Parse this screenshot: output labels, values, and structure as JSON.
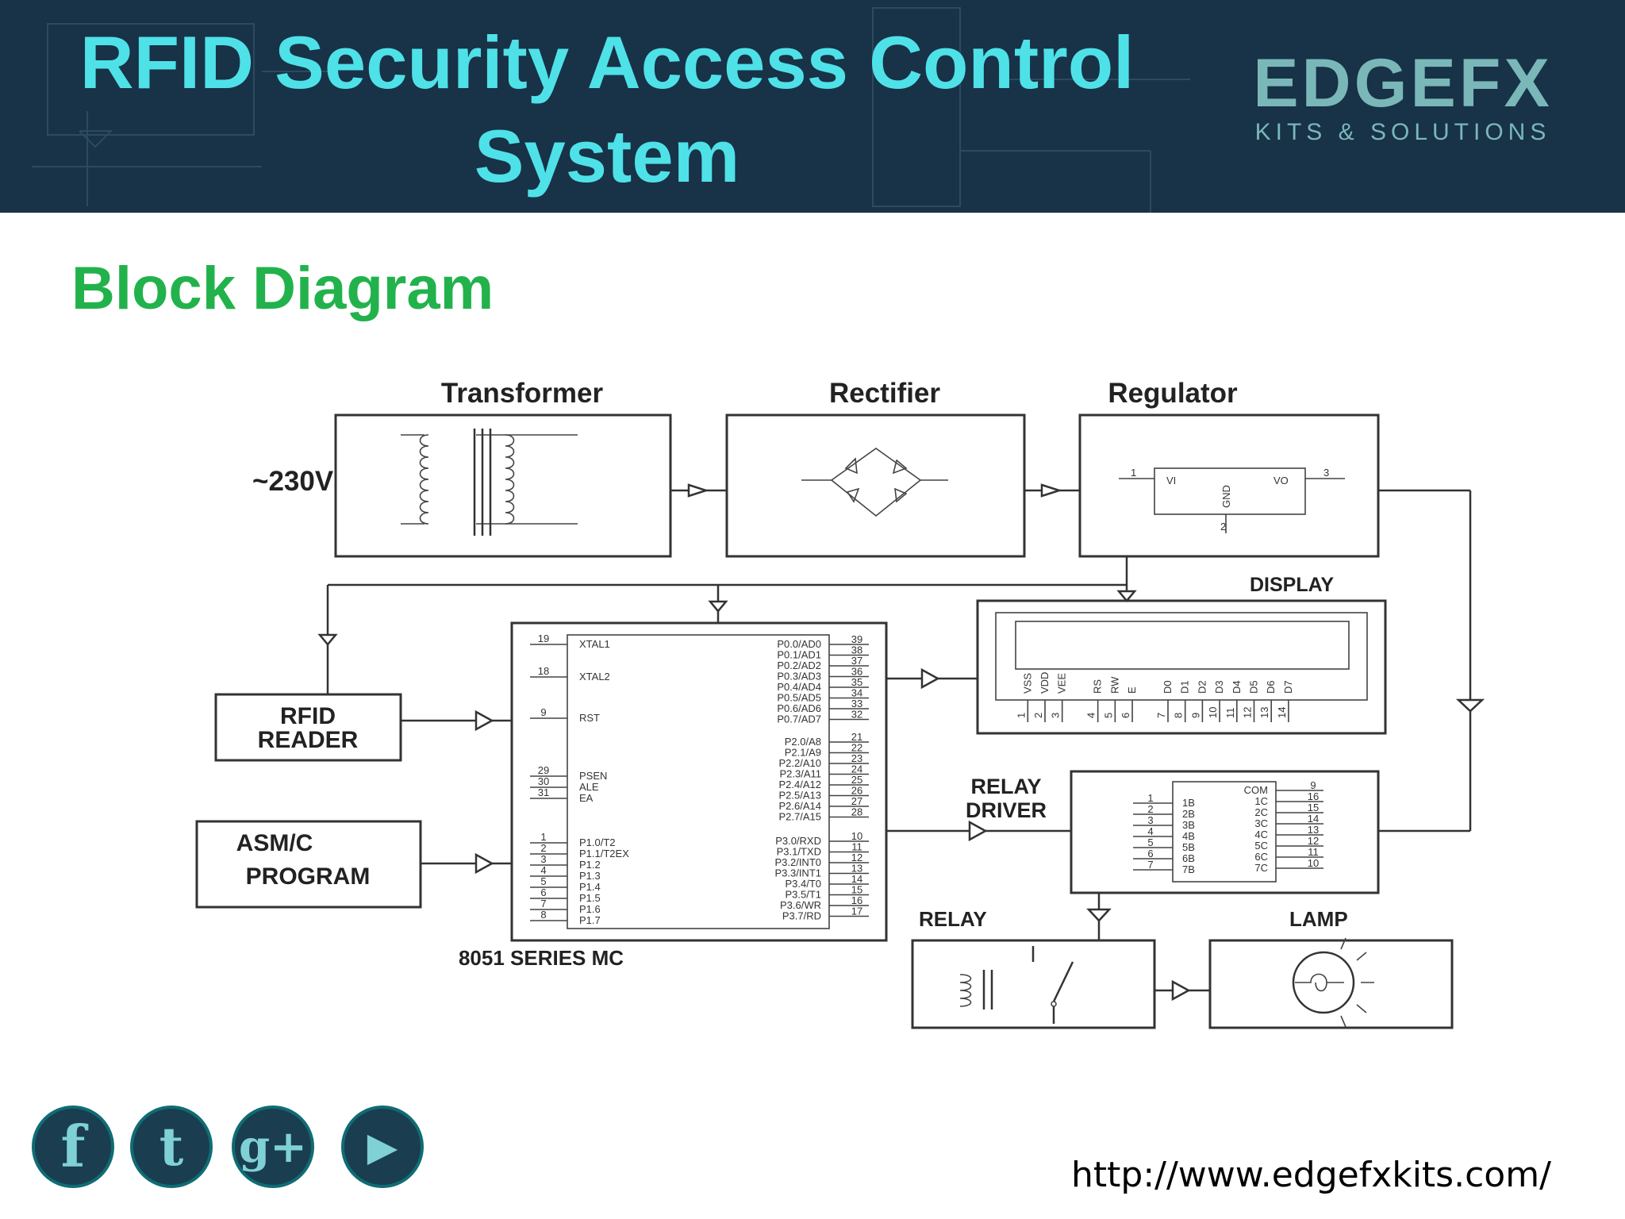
{
  "title": "RFID Security Access Control System",
  "logo": {
    "word": "EDGEFX",
    "tagline": "KITS & SOLUTIONS"
  },
  "section_title": "Block Diagram",
  "diagram": {
    "transformer": "Transformer",
    "rectifier": "Rectifier",
    "regulator": "Regulator",
    "input_voltage": "~230V",
    "reg_vi": "VI",
    "reg_vo": "VO",
    "reg_gnd": "GND",
    "reg_pin1": "1",
    "reg_pin2": "2",
    "reg_pin3": "3",
    "display": "DISPLAY",
    "rfid_reader_line1": "RFID",
    "rfid_reader_line2": "READER",
    "asm_line1": "ASM/C",
    "asm_line2": "PROGRAM",
    "mc_label": "8051 SERIES MC",
    "relay_driver_line1": "RELAY",
    "relay_driver_line2": "DRIVER",
    "relay": "RELAY",
    "lamp": "LAMP",
    "mc_left_pins": [
      {
        "num": "19",
        "name": "XTAL1"
      },
      {
        "num": "18",
        "name": "XTAL2"
      },
      {
        "num": "9",
        "name": "RST"
      },
      {
        "num": "29",
        "name": "PSEN"
      },
      {
        "num": "30",
        "name": "ALE"
      },
      {
        "num": "31",
        "name": "EA"
      },
      {
        "num": "1",
        "name": "P1.0/T2"
      },
      {
        "num": "2",
        "name": "P1.1/T2EX"
      },
      {
        "num": "3",
        "name": "P1.2"
      },
      {
        "num": "4",
        "name": "P1.3"
      },
      {
        "num": "5",
        "name": "P1.4"
      },
      {
        "num": "6",
        "name": "P1.5"
      },
      {
        "num": "7",
        "name": "P1.6"
      },
      {
        "num": "8",
        "name": "P1.7"
      }
    ],
    "mc_right_pins": [
      {
        "num": "39",
        "name": "P0.0/AD0"
      },
      {
        "num": "38",
        "name": "P0.1/AD1"
      },
      {
        "num": "37",
        "name": "P0.2/AD2"
      },
      {
        "num": "36",
        "name": "P0.3/AD3"
      },
      {
        "num": "35",
        "name": "P0.4/AD4"
      },
      {
        "num": "34",
        "name": "P0.5/AD5"
      },
      {
        "num": "33",
        "name": "P0.6/AD6"
      },
      {
        "num": "32",
        "name": "P0.7/AD7"
      },
      {
        "num": "21",
        "name": "P2.0/A8"
      },
      {
        "num": "22",
        "name": "P2.1/A9"
      },
      {
        "num": "23",
        "name": "P2.2/A10"
      },
      {
        "num": "24",
        "name": "P2.3/A11"
      },
      {
        "num": "25",
        "name": "P2.4/A12"
      },
      {
        "num": "26",
        "name": "P2.5/A13"
      },
      {
        "num": "27",
        "name": "P2.6/A14"
      },
      {
        "num": "28",
        "name": "P2.7/A15"
      },
      {
        "num": "10",
        "name": "P3.0/RXD"
      },
      {
        "num": "11",
        "name": "P3.1/TXD"
      },
      {
        "num": "12",
        "name": "P3.2/INT0"
      },
      {
        "num": "13",
        "name": "P3.3/INT1"
      },
      {
        "num": "14",
        "name": "P3.4/T0"
      },
      {
        "num": "15",
        "name": "P3.5/T1"
      },
      {
        "num": "16",
        "name": "P3.6/WR"
      },
      {
        "num": "17",
        "name": "P3.7/RD"
      }
    ],
    "lcd_pins": [
      {
        "name": "VSS",
        "num": "1"
      },
      {
        "name": "VDD",
        "num": "2"
      },
      {
        "name": "VEE",
        "num": "3"
      },
      {
        "name": "RS",
        "num": "4"
      },
      {
        "name": "RW",
        "num": "5"
      },
      {
        "name": "E",
        "num": "6"
      },
      {
        "name": "D0",
        "num": "7"
      },
      {
        "name": "D1",
        "num": "8"
      },
      {
        "name": "D2",
        "num": "9"
      },
      {
        "name": "D3",
        "num": "10"
      },
      {
        "name": "D4",
        "num": "11"
      },
      {
        "name": "D5",
        "num": "12"
      },
      {
        "name": "D6",
        "num": "13"
      },
      {
        "name": "D7",
        "num": "14"
      }
    ],
    "uln_left": [
      {
        "num": "1",
        "name": "1B"
      },
      {
        "num": "2",
        "name": "2B"
      },
      {
        "num": "3",
        "name": "3B"
      },
      {
        "num": "4",
        "name": "4B"
      },
      {
        "num": "5",
        "name": "5B"
      },
      {
        "num": "6",
        "name": "6B"
      },
      {
        "num": "7",
        "name": "7B"
      }
    ],
    "uln_right": [
      {
        "num": "9",
        "name": "COM"
      },
      {
        "num": "16",
        "name": "1C"
      },
      {
        "num": "15",
        "name": "2C"
      },
      {
        "num": "14",
        "name": "3C"
      },
      {
        "num": "13",
        "name": "4C"
      },
      {
        "num": "12",
        "name": "5C"
      },
      {
        "num": "11",
        "name": "6C"
      },
      {
        "num": "10",
        "name": "7C"
      }
    ]
  },
  "social": [
    {
      "icon": "facebook-icon",
      "glyph": "f"
    },
    {
      "icon": "twitter-icon",
      "glyph": "t"
    },
    {
      "icon": "google-plus-icon",
      "glyph": "g+"
    },
    {
      "icon": "youtube-play-icon",
      "glyph": "▶"
    }
  ],
  "url": "http://www.edgefxkits.com/"
}
